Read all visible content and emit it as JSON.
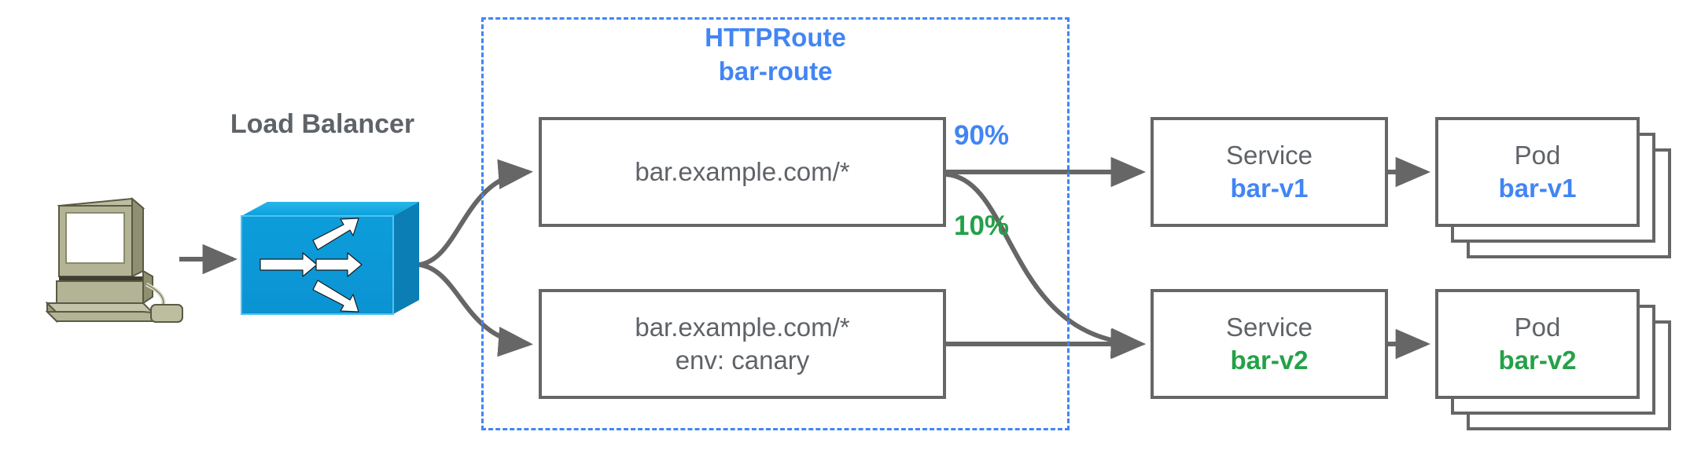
{
  "diagram": {
    "title": "Gateway API HTTPRoute canary traffic split",
    "colors": {
      "blue": "#4285f4",
      "green": "#24a148",
      "gray_text": "#5f6368",
      "gray_stroke": "#666666",
      "lb_blue": "#0b9cdb",
      "computer_beige": "#a8a887"
    }
  },
  "client": {
    "icon": "desktop-computer-icon"
  },
  "load_balancer": {
    "label": "Load Balancer",
    "icon": "load-balancer-icon"
  },
  "route": {
    "kind": "HTTPRoute",
    "name": "bar-route",
    "matches": [
      {
        "id": "match-primary",
        "lines": [
          "bar.example.com/*"
        ]
      },
      {
        "id": "match-canary",
        "lines": [
          "bar.example.com/*",
          "env: canary"
        ]
      }
    ],
    "weights": [
      {
        "value": "90%",
        "color": "#4285f4",
        "target": "bar-v1"
      },
      {
        "value": "10%",
        "color": "#24a148",
        "target": "bar-v2"
      }
    ]
  },
  "services": [
    {
      "kind": "Service",
      "name": "bar-v1",
      "accent": "blue"
    },
    {
      "kind": "Service",
      "name": "bar-v2",
      "accent": "green"
    }
  ],
  "pods": [
    {
      "kind": "Pod",
      "name": "bar-v1",
      "accent": "blue",
      "replicas": 3
    },
    {
      "kind": "Pod",
      "name": "bar-v2",
      "accent": "green",
      "replicas": 3
    }
  ]
}
